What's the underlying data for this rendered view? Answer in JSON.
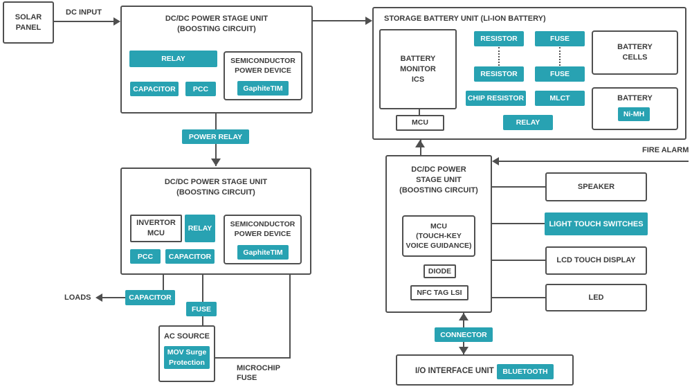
{
  "colors": {
    "accent_teal": "#28a2b2",
    "line": "#4f4f4f",
    "text": "#3b3b3b",
    "chip_text": "#ffffff"
  },
  "solar_panel": {
    "label": "SOLAR\nPANEL"
  },
  "connections": {
    "dc_input": "DC INPUT",
    "power_relay": "POWER RELAY",
    "loads": "LOADS",
    "microchip_fuse": "MICROCHIP\nFUSE",
    "fire_alarm": "FIRE ALARM",
    "connector": "CONNECTOR"
  },
  "boost_unit_1": {
    "title": "DC/DC POWER STAGE UNIT\n(BOOSTING CIRCUIT)",
    "relay": "RELAY",
    "capacitor": "CAPACITOR",
    "pcc": "PCC",
    "semiconductor": {
      "title": "SEMICONDUCTOR\nPOWER DEVICE",
      "graphite_tim": "GaphiteTIM"
    }
  },
  "storage_unit": {
    "title": "STORAGE BATTERY UNIT (LI-ION BATTERY)",
    "battery_monitor_ics": "BATTERY\nMONITOR\nICS",
    "mcu": "MCU",
    "resistor_top": "RESISTOR",
    "fuse_top": "FUSE",
    "resistor_bottom": "RESISTOR",
    "fuse_bottom": "FUSE",
    "chip_resistor": "CHIP RESISTOR",
    "mlct": "MLCT",
    "relay": "RELAY",
    "battery_cells": "BATTERY\nCELLS",
    "battery_nimh": {
      "title": "BATTERY",
      "chip": "Ni-MH"
    }
  },
  "boost_unit_2": {
    "title": "DC/DC POWER STAGE UNIT\n(BOOSTING CIRCUIT)",
    "invertor_mcu": "INVERTOR\nMCU",
    "relay": "RELAY",
    "pcc": "PCC",
    "capacitor": "CAPACITOR",
    "semiconductor": {
      "title": "SEMICONDUCTOR\nPOWER DEVICE",
      "graphite_tim": "GaphiteTIM"
    }
  },
  "load_branch": {
    "capacitor": "CAPACITOR",
    "fuse": "FUSE",
    "ac_source": {
      "title": "AC SOURCE",
      "mov": "MOV Surge\nProtection"
    }
  },
  "boost_unit_3": {
    "title": "DC/DC POWER\nSTAGE UNIT\n(BOOSTING CIRCUIT)",
    "mcu": "MCU\n(TOUCH-KEY\nVOICE GUIDANCE)",
    "diode": "DIODE",
    "nfc_tag_lsi": "NFC TAG LSI"
  },
  "peripherals": {
    "speaker": "SPEAKER",
    "light_touch_switches": "LIGHT TOUCH SWITCHES",
    "lcd_touch_display": "LCD TOUCH DISPLAY",
    "led": "LED"
  },
  "io_unit": {
    "title": "I/O INTERFACE UNIT",
    "bluetooth": "BLUETOOTH"
  }
}
